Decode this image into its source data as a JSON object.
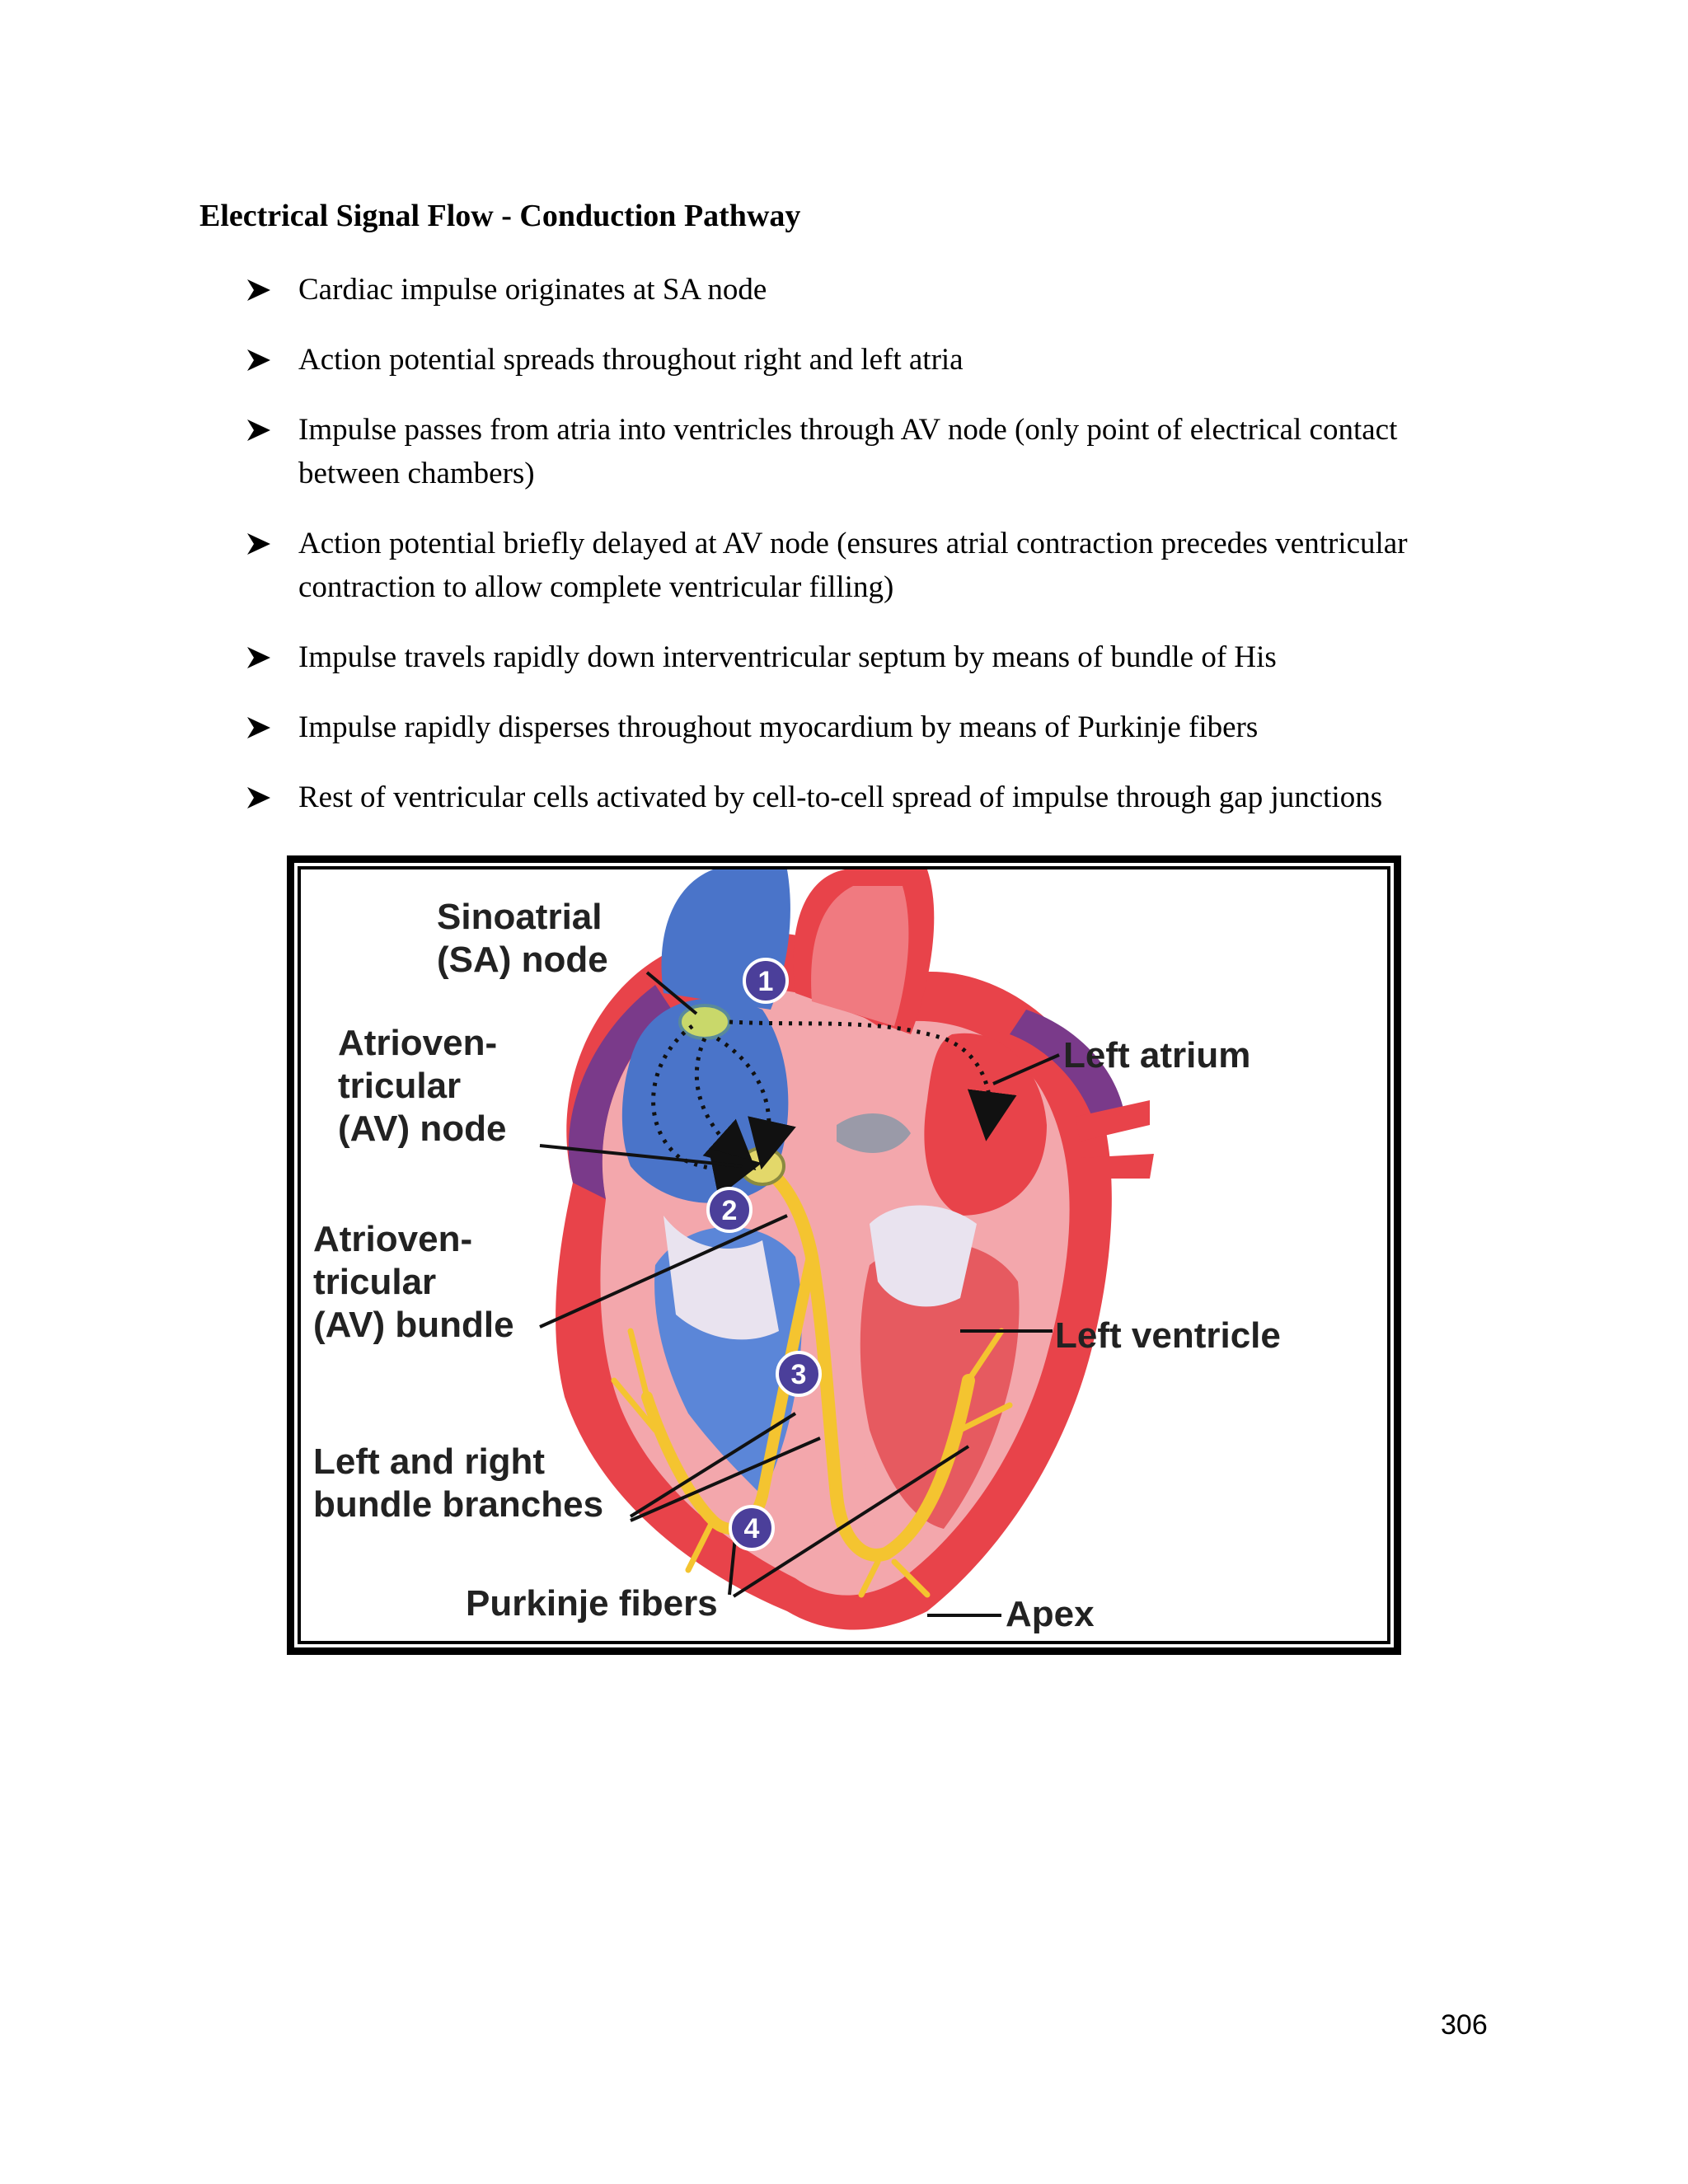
{
  "heading": "Electrical Signal Flow - Conduction Pathway",
  "bullets": [
    "Cardiac impulse originates at SA node",
    "Action potential spreads throughout right and left atria",
    "Impulse passes from atria into ventricles through AV node (only point of electrical contact between chambers)",
    "Action potential briefly delayed at AV node (ensures atrial contraction precedes ventricular contraction to allow complete ventricular filling)",
    "Impulse travels rapidly down interventricular septum by means of bundle of His",
    "Impulse rapidly disperses throughout myocardium by means of Purkinje fibers",
    "Rest of ventricular cells activated by cell-to-cell spread of impulse through gap junctions"
  ],
  "figure": {
    "labels": {
      "sa_node_1": "Sinoatrial",
      "sa_node_2": "(SA) node",
      "av_node_1": "Atrioven-",
      "av_node_2": "tricular",
      "av_node_3": "(AV) node",
      "av_bundle_1": "Atrioven-",
      "av_bundle_2": "tricular",
      "av_bundle_3": "(AV) bundle",
      "bundle_branches_1": "Left and right",
      "bundle_branches_2": "bundle branches",
      "purkinje": "Purkinje fibers",
      "left_atrium": "Left atrium",
      "left_ventricle": "Left ventricle",
      "apex": "Apex"
    },
    "step_numbers": [
      "1",
      "2",
      "3",
      "4"
    ],
    "colors": {
      "right_side_blue": "#4a74c9",
      "left_side_red": "#e8434a",
      "myocardium_pink": "#f3a7ac",
      "conduction_yellow": "#f4c430",
      "step_badge": "#4b3f9a"
    }
  },
  "page_number": "306"
}
